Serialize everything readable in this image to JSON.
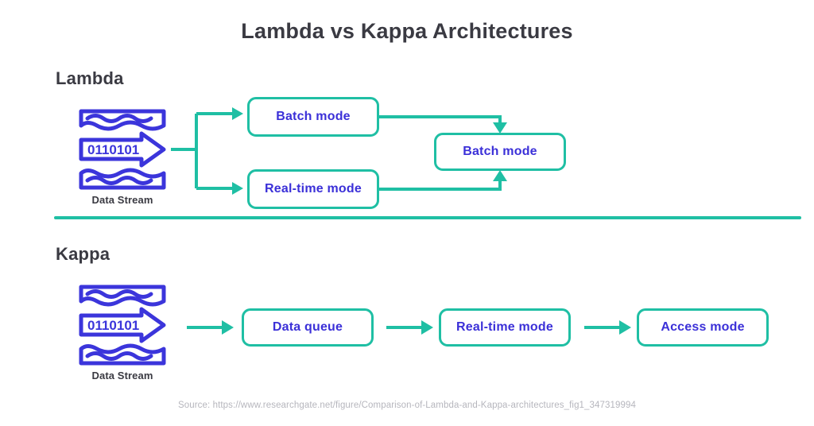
{
  "page": {
    "title": "Lambda vs Kappa Architectures",
    "source_note": "Source: https://www.researchgate.net/figure/Comparison-of-Lambda-and-Kappa-architectures_fig1_347319994"
  },
  "colors": {
    "accent_teal": "#1fbfa4",
    "node_text_blue": "#3b30d8",
    "icon_blue": "#3b35db",
    "heading_charcoal": "#3a3a42",
    "source_gray": "#b6b6bd",
    "background": "#ffffff"
  },
  "sections": [
    {
      "id": "lambda",
      "header": "Lambda",
      "stream": {
        "label": "Data Stream",
        "binary_text": "0110101",
        "icon_name": "data-stream-icon"
      },
      "nodes": [
        {
          "id": "batch-top",
          "label": "Batch mode"
        },
        {
          "id": "realtime",
          "label": "Real-time mode"
        },
        {
          "id": "batch-merge",
          "label": "Batch mode"
        }
      ],
      "flow": "Data Stream splits into Batch mode and Real-time mode, which both merge into Batch mode"
    },
    {
      "id": "kappa",
      "header": "Kappa",
      "stream": {
        "label": "Data Stream",
        "binary_text": "0110101",
        "icon_name": "data-stream-icon"
      },
      "nodes": [
        {
          "id": "data-queue",
          "label": "Data queue"
        },
        {
          "id": "realtime-kappa",
          "label": "Real-time mode"
        },
        {
          "id": "access-mode",
          "label": "Access mode"
        }
      ],
      "flow": "Data Stream to Data queue to Real-time mode to Access mode"
    }
  ]
}
